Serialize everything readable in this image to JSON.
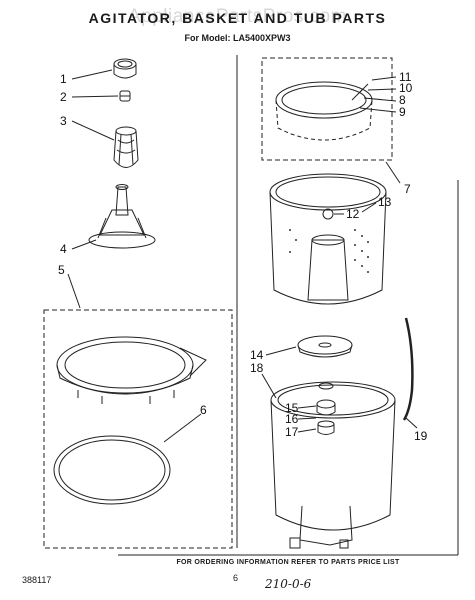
{
  "header": {
    "title": "AGITATOR, BASKET AND TUB PARTS",
    "watermark": "AppliancePartsPros.com",
    "model": "For Model: LA5400XPW3"
  },
  "callouts": [
    "1",
    "2",
    "3",
    "4",
    "5",
    "6",
    "7",
    "8",
    "9",
    "10",
    "11",
    "12",
    "13",
    "14",
    "15",
    "16",
    "17",
    "18",
    "19"
  ],
  "footer": {
    "note": "FOR ORDERING INFORMATION REFER TO PARTS PRICE LIST",
    "doc_number": "388117",
    "page": "6",
    "handwritten": "210-0-6"
  }
}
